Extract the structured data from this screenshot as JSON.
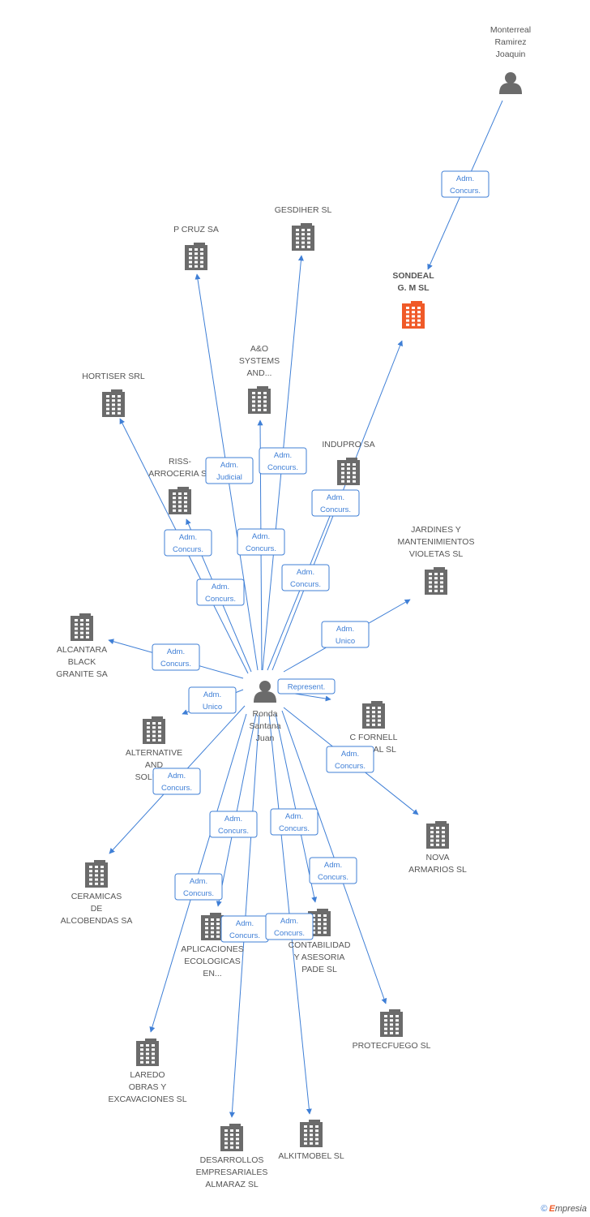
{
  "nodes": [
    {
      "id": "monterreal",
      "kind": "person",
      "label": [
        "Monterreal",
        "Ramirez",
        "Joaquin"
      ]
    },
    {
      "id": "sondeal",
      "kind": "company",
      "focus": true,
      "label": [
        "SONDEAL",
        "G. M SL"
      ]
    },
    {
      "id": "ronda",
      "kind": "person",
      "label": [
        "Ronda",
        "Santana",
        "Juan"
      ]
    },
    {
      "id": "gesdiher",
      "kind": "company",
      "label": [
        "GESDIHER SL"
      ]
    },
    {
      "id": "pcruz",
      "kind": "company",
      "label": [
        "P CRUZ SA"
      ]
    },
    {
      "id": "aoSystems",
      "kind": "company",
      "label": [
        "A&O",
        "SYSTEMS",
        "AND..."
      ]
    },
    {
      "id": "hortiser",
      "kind": "company",
      "label": [
        "HORTISER SRL"
      ]
    },
    {
      "id": "riss",
      "kind": "company",
      "label": [
        "RISS-",
        "ARROCERIA SL"
      ]
    },
    {
      "id": "indupro",
      "kind": "company",
      "label": [
        "INDUPRO SA"
      ]
    },
    {
      "id": "jardines",
      "kind": "company",
      "label": [
        "JARDINES Y",
        "MANTENIMIENTOS",
        "VIOLETAS SL"
      ]
    },
    {
      "id": "alcantara",
      "kind": "company",
      "label": [
        "ALCANTARA",
        "BLACK",
        "GRANITE SA"
      ]
    },
    {
      "id": "alternative",
      "kind": "company",
      "label": [
        "ALTERNATIVE",
        "AND",
        "SOLUTI..."
      ]
    },
    {
      "id": "cfornell",
      "kind": "company",
      "label": [
        "C FORNELL",
        "...IONAL SL"
      ]
    },
    {
      "id": "nova",
      "kind": "company",
      "label": [
        "NOVA",
        "ARMARIOS SL"
      ]
    },
    {
      "id": "ceramicas",
      "kind": "company",
      "label": [
        "CERAMICAS",
        "DE",
        "ALCOBENDAS SA"
      ]
    },
    {
      "id": "aplicaciones",
      "kind": "company",
      "label": [
        "APLICACIONES",
        "ECOLOGICAS",
        "EN..."
      ]
    },
    {
      "id": "contabilidad",
      "kind": "company",
      "label": [
        "CONTABILIDAD",
        "Y ASESORIA",
        "PADE SL"
      ]
    },
    {
      "id": "protecfuego",
      "kind": "company",
      "label": [
        "PROTECFUEGO SL"
      ]
    },
    {
      "id": "laredo",
      "kind": "company",
      "label": [
        "LAREDO",
        "OBRAS Y",
        "EXCAVACIONES SL"
      ]
    },
    {
      "id": "desarrollos",
      "kind": "company",
      "label": [
        "DESARROLLOS",
        "EMPRESARIALES",
        "ALMARAZ SL"
      ]
    },
    {
      "id": "alkitmobel",
      "kind": "company",
      "label": [
        "ALKITMOBEL SL"
      ]
    }
  ],
  "edges": [
    {
      "from": "monterreal",
      "to": "sondeal",
      "label": [
        "Adm.",
        "Concurs."
      ]
    },
    {
      "from": "ronda",
      "to": "sondeal",
      "label": [
        "Adm.",
        "Concurs."
      ]
    },
    {
      "from": "ronda",
      "to": "gesdiher",
      "label": [
        "Adm.",
        "Concurs."
      ]
    },
    {
      "from": "ronda",
      "to": "pcruz",
      "label": [
        "Adm.",
        "Judicial"
      ]
    },
    {
      "from": "ronda",
      "to": "aoSystems",
      "label": [
        "Adm.",
        "Concurs."
      ]
    },
    {
      "from": "ronda",
      "to": "hortiser",
      "label": [
        "Adm.",
        "Concurs."
      ]
    },
    {
      "from": "ronda",
      "to": "riss",
      "label": [
        "Adm.",
        "Concurs."
      ]
    },
    {
      "from": "ronda",
      "to": "indupro",
      "label": [
        "Adm.",
        "Concurs."
      ]
    },
    {
      "from": "ronda",
      "to": "jardines",
      "label": [
        "Adm.",
        "Unico"
      ]
    },
    {
      "from": "ronda",
      "to": "alcantara",
      "label": [
        "Adm.",
        "Concurs."
      ]
    },
    {
      "from": "ronda",
      "to": "alternative",
      "label": [
        "Adm.",
        "Unico"
      ]
    },
    {
      "from": "ronda",
      "to": "cfornell",
      "label": [
        "Represent."
      ]
    },
    {
      "from": "ronda",
      "to": "nova",
      "label": [
        "Adm.",
        "Concurs."
      ]
    },
    {
      "from": "ronda",
      "to": "ceramicas",
      "label": [
        "Adm.",
        "Concurs."
      ]
    },
    {
      "from": "ronda",
      "to": "aplicaciones",
      "label": [
        "Adm.",
        "Concurs."
      ]
    },
    {
      "from": "ronda",
      "to": "contabilidad",
      "label": [
        "Adm.",
        "Concurs."
      ]
    },
    {
      "from": "ronda",
      "to": "protecfuego",
      "label": [
        "Adm.",
        "Concurs."
      ]
    },
    {
      "from": "ronda",
      "to": "laredo",
      "label": [
        "Adm.",
        "Concurs."
      ]
    },
    {
      "from": "ronda",
      "to": "desarrollos",
      "label": [
        "Adm.",
        "Concurs."
      ]
    },
    {
      "from": "ronda",
      "to": "alkitmobel",
      "label": [
        "Adm.",
        "Concurs."
      ]
    }
  ],
  "footer": {
    "copyright": "©",
    "brand_initial": "E",
    "brand_rest": "mpresia"
  },
  "colors": {
    "edge": "#3f7fd6",
    "icon": "#6b6b6b",
    "focus": "#f05a28"
  }
}
